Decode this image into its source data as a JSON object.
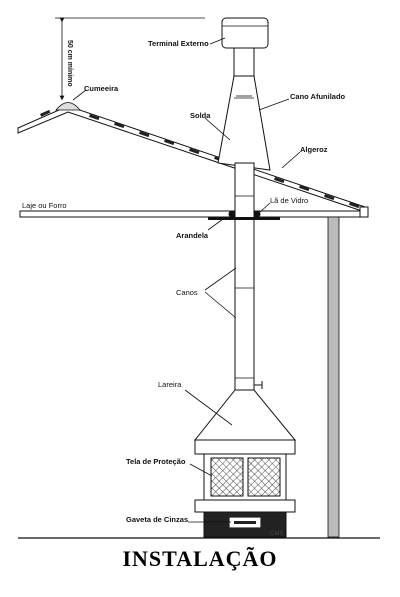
{
  "title": "INSTALAÇÃO",
  "signature": "CMS",
  "height_note": "50 cm mínimo",
  "labels": {
    "terminal_externo": "Terminal Externo",
    "cumeeira": "Cumeeira",
    "cano_afunilado": "Cano Afunilado",
    "solda": "Solda",
    "algeroz": "Algeroz",
    "laje_ou_forro": "Laje ou Forro",
    "la_de_vidro": "Lã de Vidro",
    "arandela": "Arandela",
    "canos": "Canos",
    "lareira": "Lareira",
    "tela_de_protecao": "Tela de Proteção",
    "gaveta_de_cinzas": "Gaveta de Cinzas"
  }
}
